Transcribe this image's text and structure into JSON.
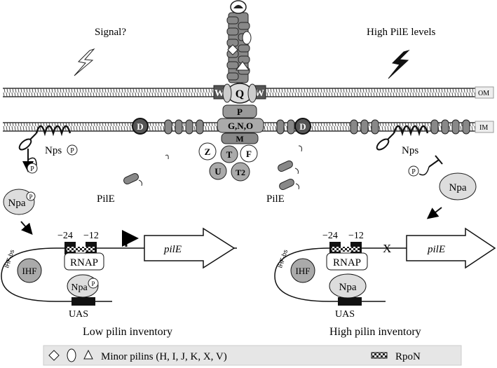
{
  "labels": {
    "signal": "Signal?",
    "high_pile_levels": "High PilE levels",
    "om": "OM",
    "im": "IM",
    "q": "Q",
    "w": "W",
    "p": "P",
    "gno": "G,N,O",
    "m": "M",
    "d": "D",
    "z": "Z",
    "t": "T",
    "f": "F",
    "u": "U",
    "t2": "T2",
    "nps": "Nps",
    "phospho": "P",
    "npa": "Npa",
    "pile": "PilE",
    "minus24": "−24",
    "minus12": "−12",
    "pile_gene": "pilE",
    "ihf": "IHF",
    "ihf_bs": "IHF-bs",
    "rnap": "RNAP",
    "uas": "UAS",
    "x_block": "X",
    "low_inventory": "Low pilin inventory",
    "high_inventory": "High pilin inventory"
  },
  "legend": {
    "minor_pilins": "Minor pilins (H, I, J, K, X, V)",
    "rpon": "RpoN"
  }
}
